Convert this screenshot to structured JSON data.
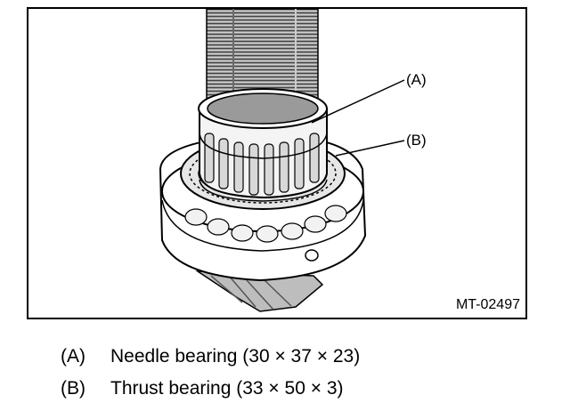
{
  "figure": {
    "callouts": {
      "a": "(A)",
      "b": "(B)"
    },
    "figure_id": "MT-02497"
  },
  "legend": [
    {
      "key": "(A)",
      "text": "Needle bearing (30 × 37 × 23)"
    },
    {
      "key": "(B)",
      "text": "Thrust bearing (33 × 50 × 3)"
    }
  ]
}
